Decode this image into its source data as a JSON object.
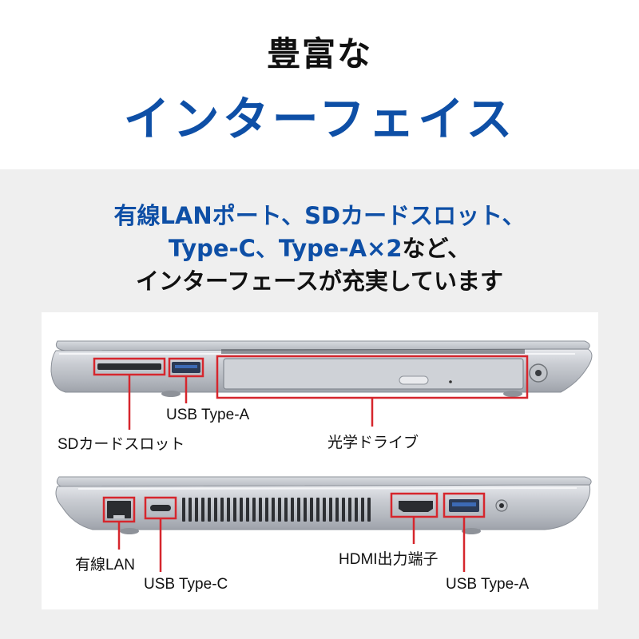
{
  "header": {
    "title_line1": "豊富な",
    "title_line2": "インターフェイス"
  },
  "subtitle": {
    "line1": "有線LANポート、SDカードスロット、",
    "line2_blue": "Type-C、Type-A×2",
    "line2_black": "など、",
    "line3": "インターフェースが充実しています"
  },
  "labels": {
    "usb_type_a_top": "USB Type-A",
    "sd_card_slot": "SDカードスロット",
    "optical_drive": "光学ドライブ",
    "wired_lan": "有線LAN",
    "hdmi": "HDMI出力端子",
    "usb_type_c": "USB Type-C",
    "usb_type_a_bottom": "USB Type-A"
  },
  "colors": {
    "brand_blue": "#0e4fa6",
    "highlight_red": "#d6262d",
    "section_grey": "#efefef"
  }
}
